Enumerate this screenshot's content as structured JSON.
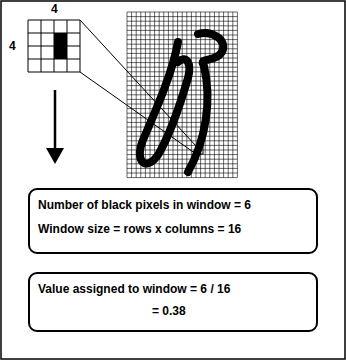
{
  "diagram": {
    "nodes": [
      {
        "text": [
          "Number of black pixels in window = 6",
          "Window size = rows x columns = 16"
        ]
      },
      {
        "text": [
          "Value assigned to window = 6 / 16",
          "= 0.38"
        ]
      }
    ],
    "labels": [
      "4",
      "4"
    ]
  }
}
